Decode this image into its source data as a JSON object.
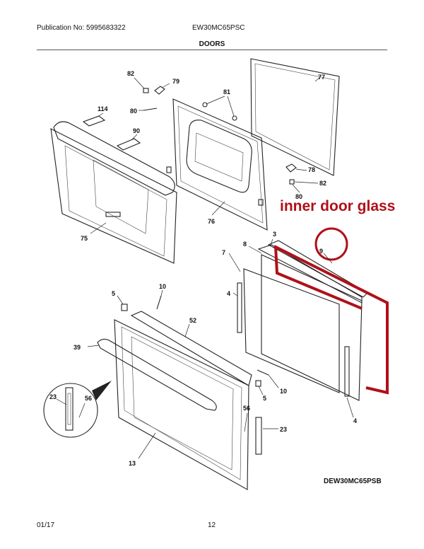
{
  "header": {
    "publication": "Publication No: 5995683322",
    "model": "EW30MC65PSC",
    "section": "DOORS"
  },
  "diagram": {
    "annotation": "inner door glass",
    "model_code": "DEW30MC65PSB",
    "callouts": {
      "c82a": "82",
      "c79": "79",
      "c80a": "80",
      "c81": "81",
      "c77": "77",
      "c114": "114",
      "c90": "90",
      "c78": "78",
      "c82b": "82",
      "c80b": "80",
      "c76": "76",
      "c75": "75",
      "c3": "3",
      "c8": "8",
      "c9": "9",
      "c7": "7",
      "c4a": "4",
      "c5a": "5",
      "c10a": "10",
      "c52": "52",
      "c39": "39",
      "c23a": "23",
      "c56a": "56",
      "c10b": "10",
      "c5b": "5",
      "c56b": "56",
      "c23b": "23",
      "c4b": "4",
      "c13": "13"
    },
    "colors": {
      "annotation": "#b0101a",
      "line": "#222222"
    }
  },
  "footer": {
    "date": "01/17",
    "page": "12"
  }
}
